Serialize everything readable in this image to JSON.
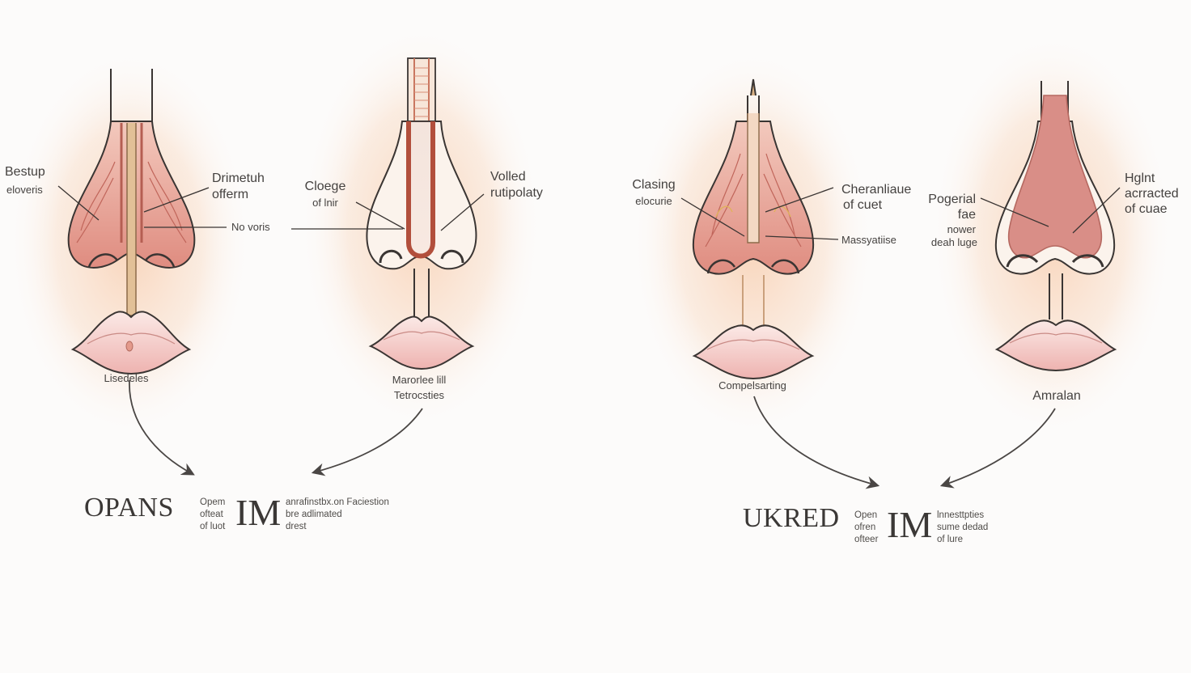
{
  "figures": [
    {
      "callouts": [
        "Bestup",
        "eloveris",
        "Drimetuh",
        "offerm",
        "No voris"
      ],
      "caption": "Lisedeles"
    },
    {
      "callouts": [
        "Cloege",
        "of lnir",
        "Volled",
        "rutipolaty"
      ],
      "caption_lines": [
        "Marorlee lill",
        "Tetrocsties"
      ]
    },
    {
      "callouts": [
        "Clasing",
        "elocurie",
        "Cheranliaue",
        "of cuet",
        "Massyatiise"
      ],
      "caption": "Compelsarting"
    },
    {
      "callouts": [
        "Pogerial",
        "fae",
        "nower",
        "deah luge",
        "Hglnt",
        "acrracted",
        "of cuae"
      ],
      "caption": "Amralan"
    }
  ],
  "summaries": [
    {
      "title": "OPANS",
      "big_m": "IM",
      "left_lines": [
        "Opem",
        "ofteat",
        "of luot"
      ],
      "right_lines": [
        "anrafinstbx.on Faciestion",
        "bre adlimated",
        "drest"
      ]
    },
    {
      "title": "UKRED",
      "big_m": "IM",
      "left_lines": [
        "Open",
        "ofren",
        "ofteer"
      ],
      "right_lines": [
        "lnnesttpties",
        "sume dedad",
        "of lure"
      ]
    }
  ],
  "colors": {
    "outline": "#3a3533",
    "tissue": "#e8a196",
    "tissue_dark": "#c0655a",
    "glow": "#f6c9a8",
    "lip": "#f2c0c0",
    "septum": "#d9b184",
    "arrow": "#4a4644"
  }
}
